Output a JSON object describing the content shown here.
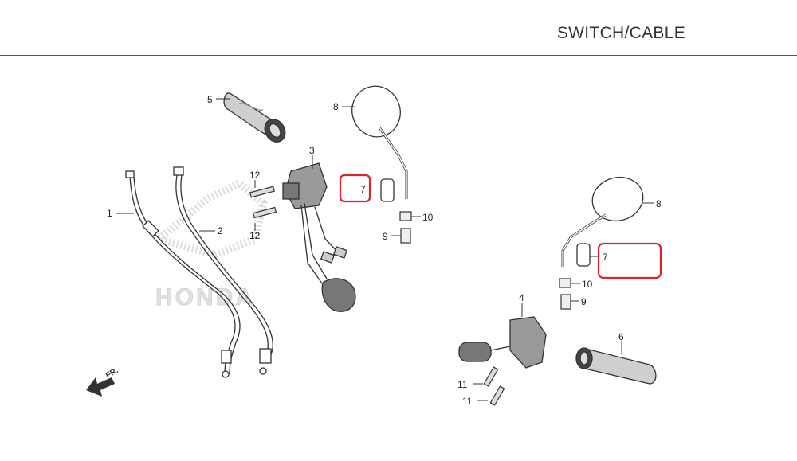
{
  "header": {
    "title": "SWITCH/CABLE"
  },
  "direction_label": "FR.",
  "watermark": "HONDA",
  "callouts": [
    "1",
    "2",
    "3",
    "4",
    "5",
    "6",
    "7",
    "7",
    "8",
    "8",
    "9",
    "9",
    "10",
    "10",
    "11",
    "11",
    "12",
    "12"
  ],
  "colors": {
    "highlight": "#e0202a",
    "line": "#333333",
    "watermark": "#d9d9d9"
  }
}
